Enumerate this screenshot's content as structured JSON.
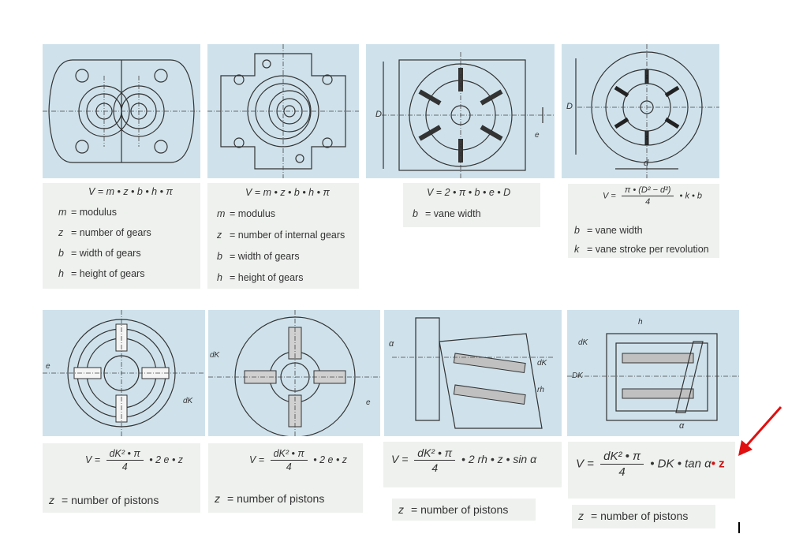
{
  "panels": [
    {
      "formula": "V =    m • z • b • h • π",
      "defs": [
        {
          "sym": "m",
          "text": "= modulus"
        },
        {
          "sym": "z",
          "text": "= number of gears"
        },
        {
          "sym": "b",
          "text": "= width of gears"
        },
        {
          "sym": "h",
          "text": "= height of gears"
        }
      ]
    },
    {
      "formula": "V =    m • z • b • h • π",
      "defs": [
        {
          "sym": "m",
          "text": "= modulus"
        },
        {
          "sym": "z",
          "text": "= number of internal gears"
        },
        {
          "sym": "b",
          "text": "= width of gears"
        },
        {
          "sym": "h",
          "text": "= height of gears"
        }
      ]
    },
    {
      "formula": "V =    2 • π • b • e • D",
      "defs": [
        {
          "sym": "b",
          "text": "= vane width"
        }
      ]
    },
    {
      "formula_lhs": "V =",
      "formula_num": "π • (D² − d²)",
      "formula_den": "4",
      "formula_rhs": "• k • b",
      "defs": [
        {
          "sym": "b",
          "text": "= vane width"
        },
        {
          "sym": "k",
          "text": "= vane stroke per revolution"
        }
      ]
    },
    {
      "formula_lhs": "V =",
      "formula_num": "dK² • π",
      "formula_den": "4",
      "formula_rhs": "• 2 e • z",
      "defs": [
        {
          "sym": "z",
          "text": "= number of pistons"
        }
      ]
    },
    {
      "formula_lhs": "V =",
      "formula_num": "dK² • π",
      "formula_den": "4",
      "formula_rhs": "• 2 e • z",
      "defs": [
        {
          "sym": "z",
          "text": "= number of pistons"
        }
      ]
    },
    {
      "formula_lhs": "V =",
      "formula_num": "dK² • π",
      "formula_den": "4",
      "formula_rhs": "• 2 rh • z • sin α",
      "defs": [
        {
          "sym": "z",
          "text": "= number of pistons"
        }
      ]
    },
    {
      "formula_lhs": "V =",
      "formula_num": "dK² • π",
      "formula_den": "4",
      "formula_rhs": "• DK • tan α",
      "formula_extra": "• z",
      "defs": [
        {
          "sym": "z",
          "text": "= number of pistons"
        }
      ]
    }
  ],
  "diagram_labels": {
    "vane_D": "D",
    "vane_e": "e",
    "vane2_D": "D",
    "vane2_d": "d",
    "r1_e": "e",
    "r1_dk": "dK",
    "r2_dk": "dK",
    "r2_e": "e",
    "a1_alpha": "α",
    "a1_dk": "dK",
    "a1_rh": "rh",
    "a2_h": "h",
    "a2_dk": "dK",
    "a2_DK": "DK",
    "a2_alpha": "α"
  },
  "colors": {
    "diagram_bg": "#cfe2ec",
    "panel_bg": "#eef1ee",
    "accent": "#d01010"
  },
  "annotation": {
    "icon": "red-arrow-icon"
  }
}
